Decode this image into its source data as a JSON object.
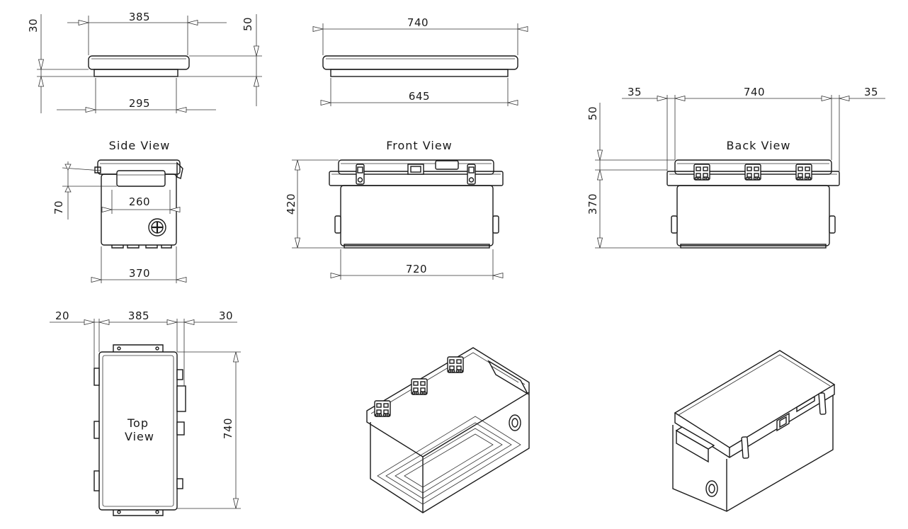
{
  "views": {
    "side_view": "Side View",
    "front_view": "Front View",
    "back_view": "Back View",
    "top_view_line1": "Top",
    "top_view_line2": "View"
  },
  "lid_side": {
    "top_width": "385",
    "thickness": "30",
    "height": "50",
    "bottom_width": "295"
  },
  "lid_front": {
    "top_width": "740",
    "bottom_width": "645"
  },
  "side": {
    "handle_height": "70",
    "handle_width": "260",
    "width": "370"
  },
  "front": {
    "height": "420",
    "width": "720"
  },
  "back": {
    "left_overhang": "35",
    "width": "740",
    "right_overhang": "35",
    "lid_height": "50",
    "body_height": "370"
  },
  "top": {
    "left_overhang": "20",
    "width": "385",
    "right_overhang": "30",
    "length": "740"
  }
}
